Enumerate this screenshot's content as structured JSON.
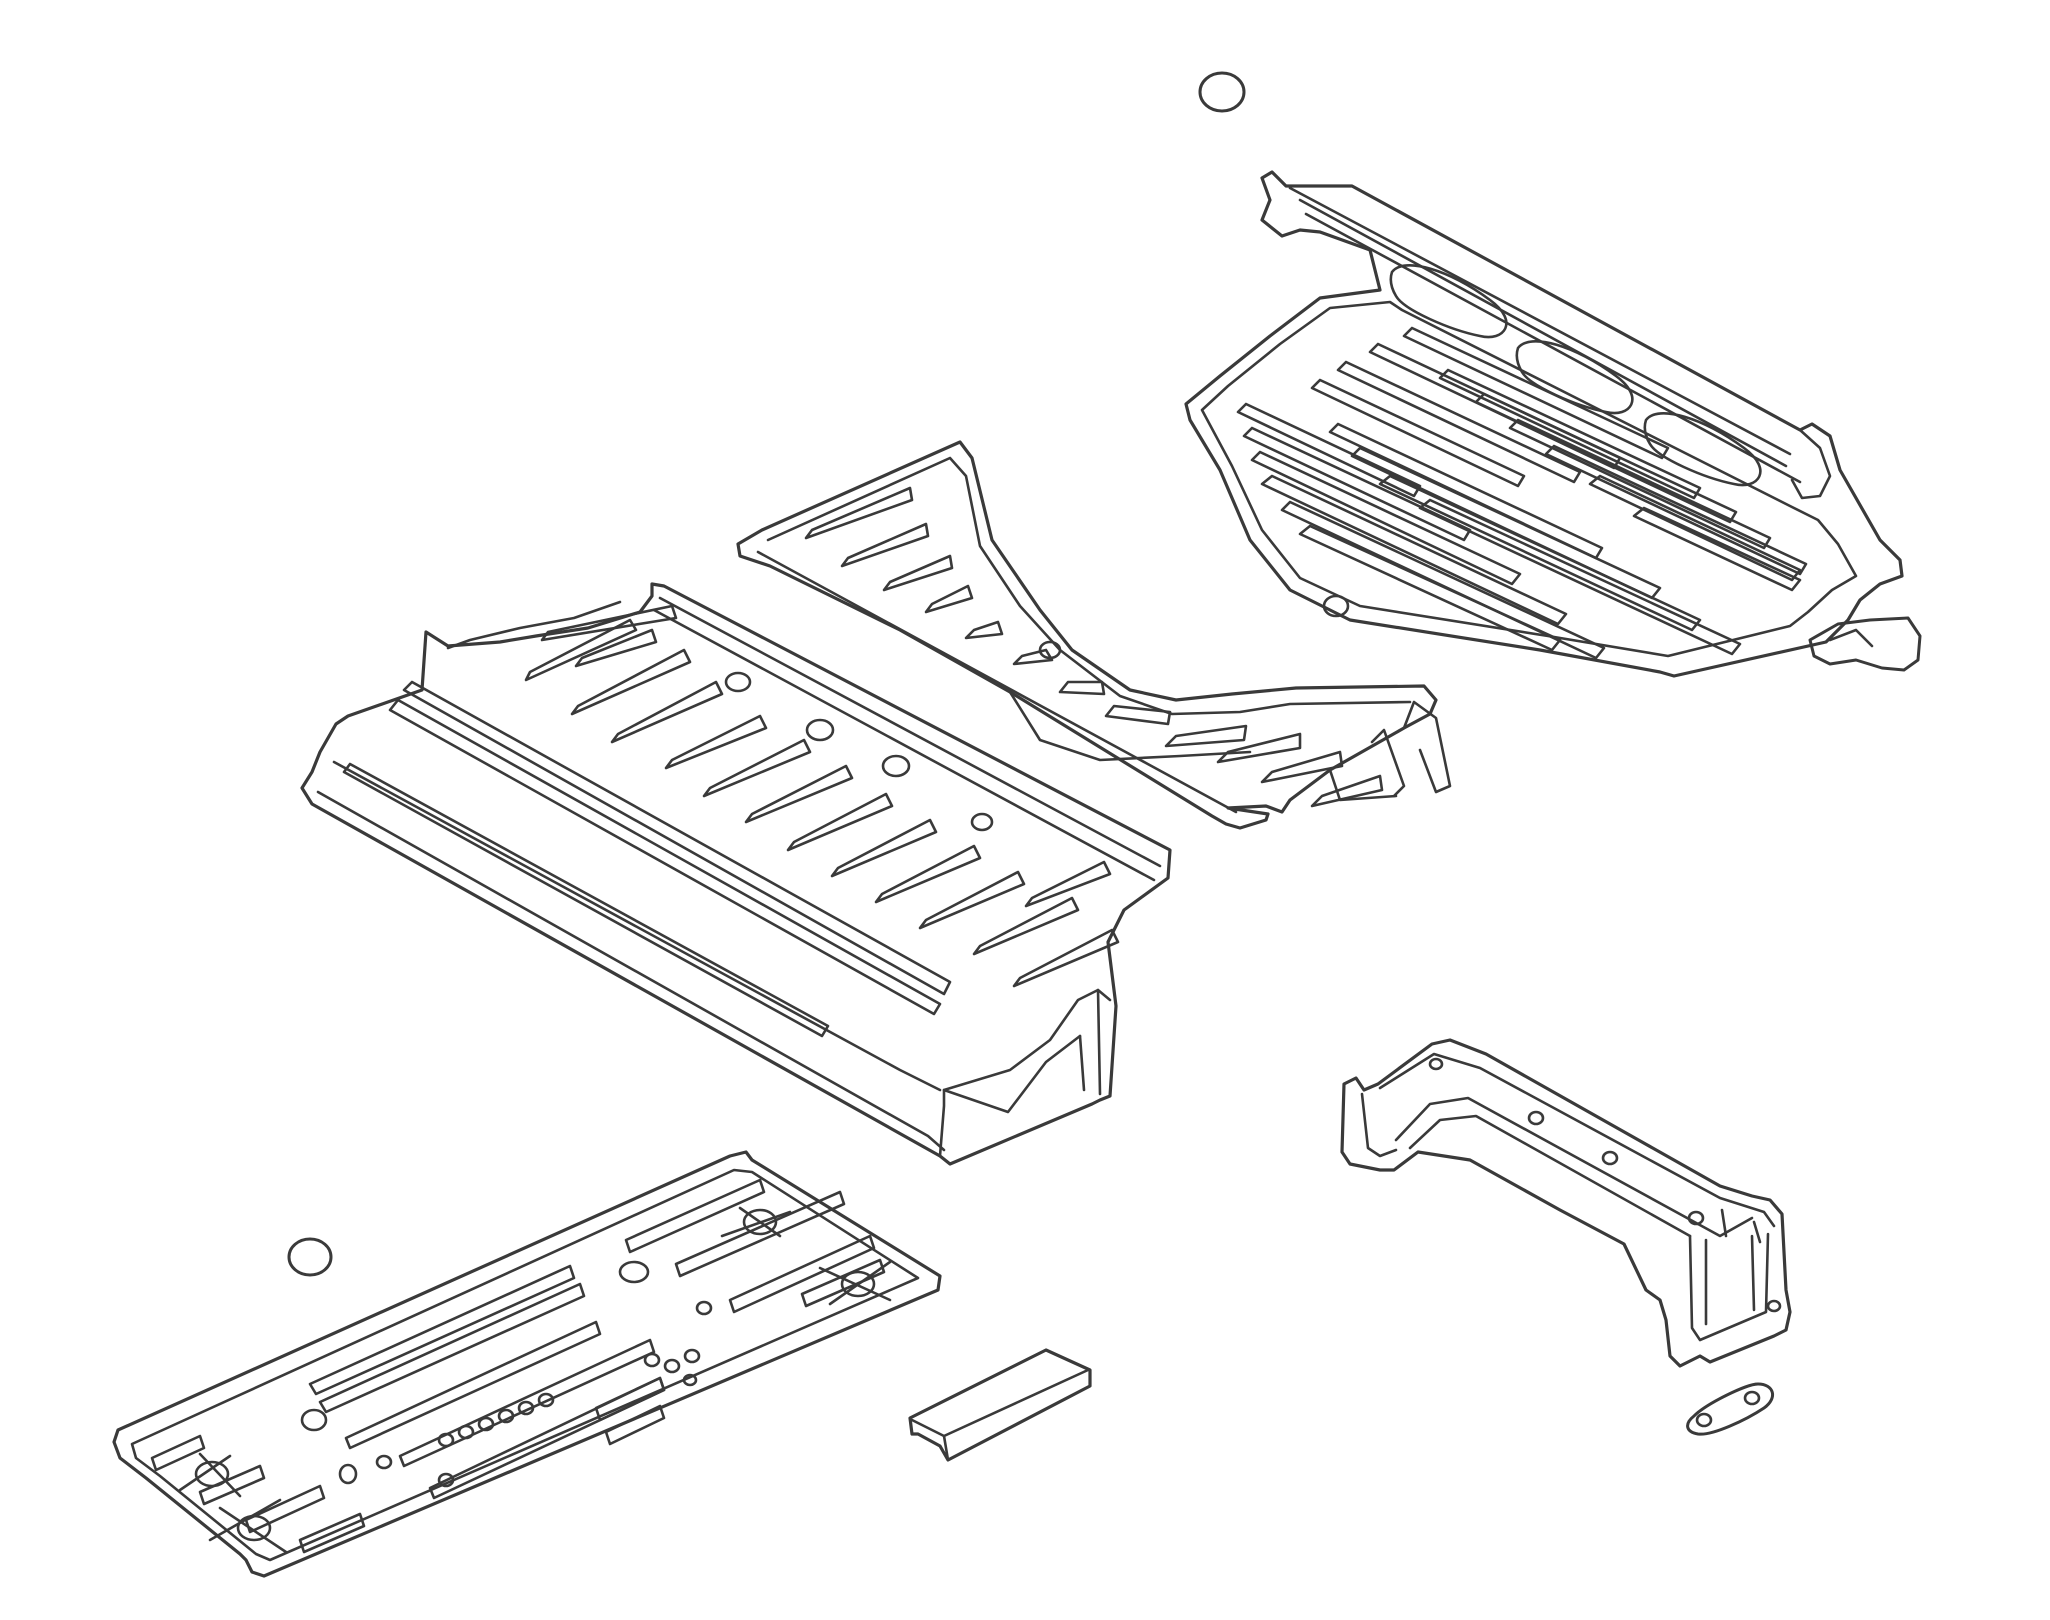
{
  "diagram": {
    "title": "",
    "line_color": "#3a3a3a",
    "background_color": "#ffffff",
    "parts": [
      {
        "id": "part-rear-floor-panel",
        "label": ""
      },
      {
        "id": "part-center-floor-tunnel-panel",
        "label": ""
      },
      {
        "id": "part-front-floor-pan",
        "label": ""
      },
      {
        "id": "part-left-floor-side-panel",
        "label": ""
      },
      {
        "id": "part-crossmember",
        "label": ""
      },
      {
        "id": "part-small-reinforcement-bar",
        "label": ""
      },
      {
        "id": "part-bracket",
        "label": ""
      },
      {
        "id": "part-oval-clip",
        "label": ""
      },
      {
        "id": "part-plug-top",
        "label": ""
      },
      {
        "id": "part-plug-left",
        "label": ""
      }
    ]
  }
}
